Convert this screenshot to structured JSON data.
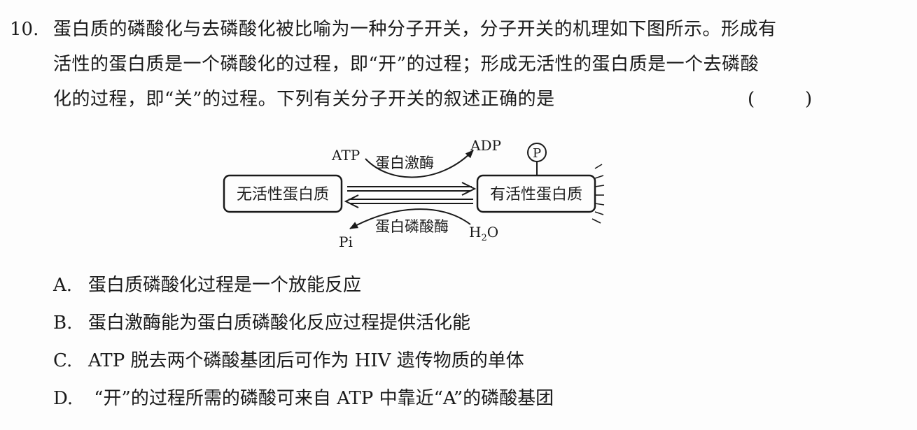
{
  "question": {
    "number": "10.",
    "stem_lines": [
      "蛋白质的磷酸化与去磷酸化被比喻为一种分子开关，分子开关的机理如下图所示。形成有",
      "活性的蛋白质是一个磷酸化的过程，即“开”的过程；形成无活性的蛋白质是一个去磷酸",
      "化的过程，即“关”的过程。下列有关分子开关的叙述正确的是"
    ],
    "paren_open": "(",
    "paren_close": ")"
  },
  "diagram": {
    "inactive_protein": "无活性蛋白质",
    "active_protein": "有活性蛋白质",
    "atp": "ATP",
    "adp": "ADP",
    "kinase": "蛋白激酶",
    "phosphatase": "蛋白磷酸酶",
    "phosphate_symbol": "P",
    "pi": "Pi",
    "water_h": "H",
    "water_sub": "2",
    "water_o": "O"
  },
  "options": [
    {
      "letter": "A.",
      "text": "蛋白质磷酸化过程是一个放能反应"
    },
    {
      "letter": "B.",
      "text": "蛋白激酶能为蛋白质磷酸化反应过程提供活化能"
    },
    {
      "letter": "C.",
      "text": "ATP 脱去两个磷酸基团后可作为 HIV 遗传物质的单体"
    },
    {
      "letter": "D.",
      "text": " “开”的过程所需的磷酸可来自 ATP 中靠近“A”的磷酸基团"
    }
  ]
}
